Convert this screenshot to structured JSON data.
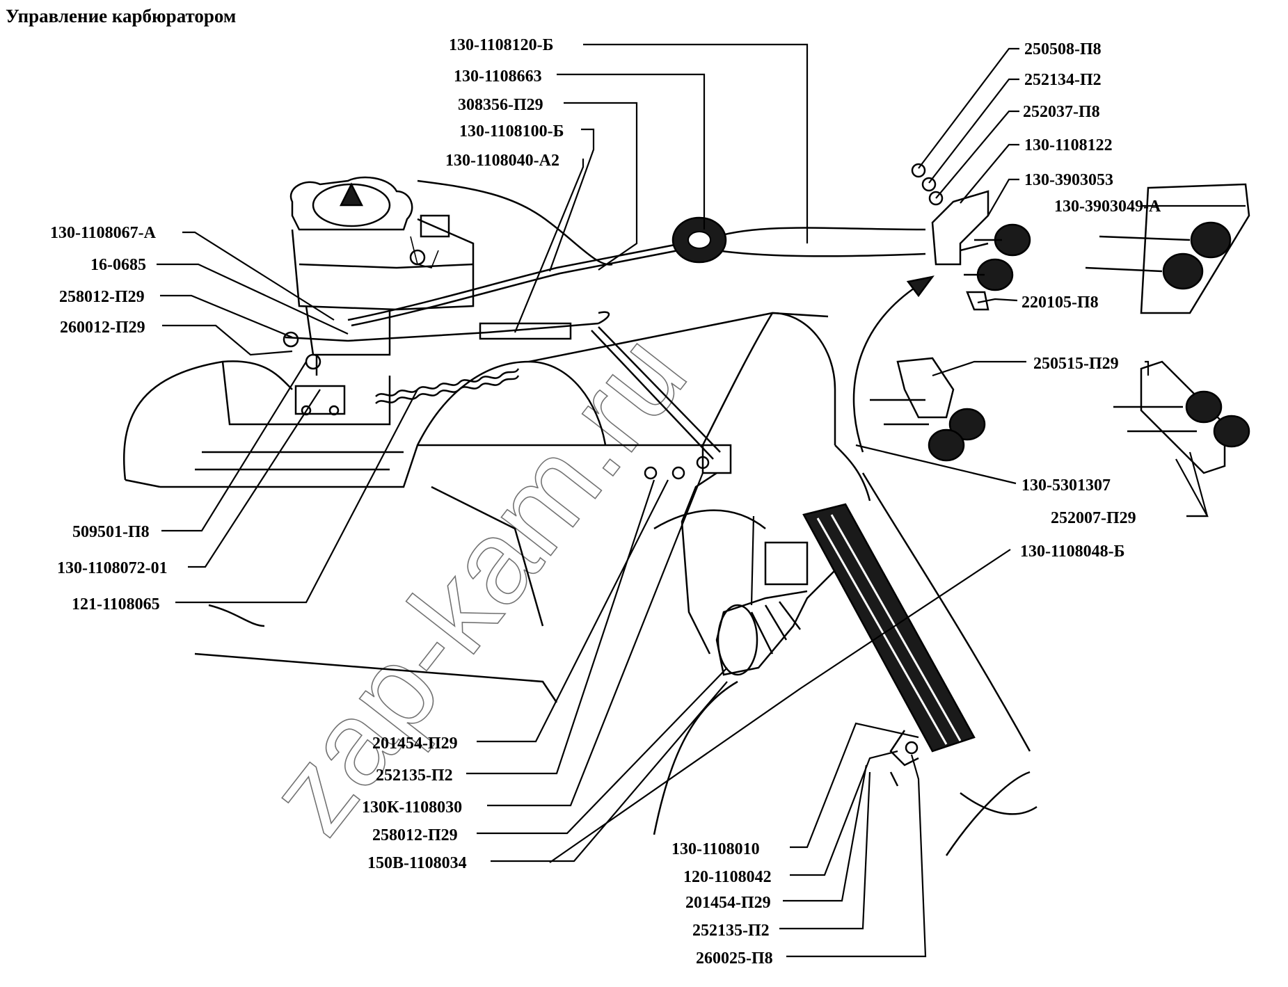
{
  "title": "Управление карбюратором",
  "watermark": "zap-kam.ru",
  "labels": {
    "l01": "130-1108120-Б",
    "l02": "130-1108663",
    "l03": "308356-П29",
    "l04": "130-1108100-Б",
    "l05": "130-1108040-А2",
    "l06": "130-1108067-А",
    "l07": "16-0685",
    "l08": "258012-П29",
    "l09": "260012-П29",
    "l10": "509501-П8",
    "l11": "130-1108072-01",
    "l12": "121-1108065",
    "l13": "250508-П8",
    "l14": "252134-П2",
    "l15": "252037-П8",
    "l16": "130-1108122",
    "l17": "130-3903053",
    "l18": "130-3903049-А",
    "l19": "220105-П8",
    "l20": "250515-П29",
    "l21": "130-5301307",
    "l22": "252007-П29",
    "l23": "130-1108048-Б",
    "l24": "201454-П29",
    "l25": "252135-П2",
    "l26": "130К-1108030",
    "l27": "258012-П29",
    "l28": "150В-1108034",
    "l29": "130-1108010",
    "l30": "120-1108042",
    "l31": "201454-П29",
    "l32": "252135-П2",
    "l33": "260025-П8"
  }
}
